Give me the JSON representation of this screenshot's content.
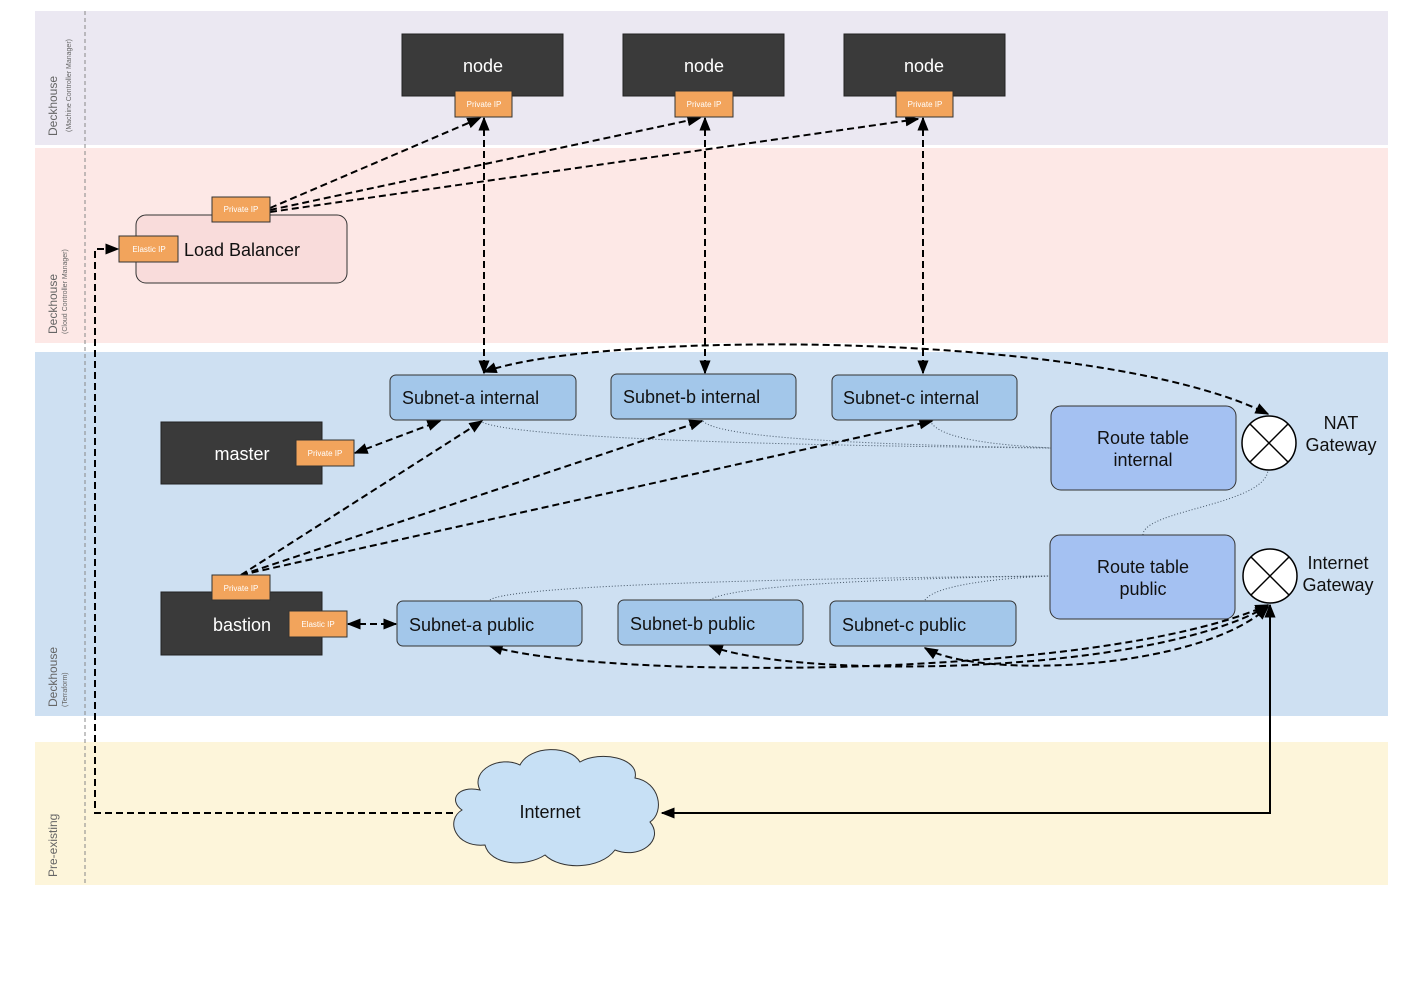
{
  "lanes": {
    "mcm": {
      "title": "Deckhouse",
      "subtitle": "(Machine Controller Manager)"
    },
    "ccm": {
      "title": "Deckhouse",
      "subtitle": "(Cloud Controller Manager)"
    },
    "tf": {
      "title": "Deckhouse",
      "subtitle": "(Terraform)"
    },
    "pre": {
      "title": "Pre-existing"
    }
  },
  "nodes": [
    {
      "label": "node",
      "ip": "Private IP"
    },
    {
      "label": "node",
      "ip": "Private IP"
    },
    {
      "label": "node",
      "ip": "Private IP"
    }
  ],
  "load_balancer": {
    "label": "Load Balancer",
    "private_ip": "Private IP",
    "elastic_ip": "Elastic IP"
  },
  "master": {
    "label": "master",
    "ip": "Private IP"
  },
  "bastion": {
    "label": "bastion",
    "private_ip": "Private IP",
    "elastic_ip": "Elastic IP"
  },
  "subnets_internal": [
    "Subnet-a internal",
    "Subnet-b internal",
    "Subnet-c internal"
  ],
  "subnets_public": [
    "Subnet-a public",
    "Subnet-b public",
    "Subnet-c public"
  ],
  "route_tables": {
    "internal": {
      "line1": "Route table",
      "line2": "internal"
    },
    "public": {
      "line1": "Route table",
      "line2": "public"
    }
  },
  "gateways": {
    "nat": {
      "line1": "NAT",
      "line2": "Gateway"
    },
    "internet": {
      "line1": "Internet",
      "line2": "Gateway"
    }
  },
  "internet": {
    "label": "Internet"
  },
  "colors": {
    "lane_mcm": "#ebe8f2",
    "lane_ccm": "#fde8e6",
    "lane_tf": "#cee0f2",
    "lane_pre": "#fdf5da",
    "node_fill": "#3a3a3a",
    "tag_fill": "#f2a45c",
    "subnet_fill": "#a3c7ea",
    "route_table_fill": "#a4c1f2",
    "cloud_fill": "#c7e0f5",
    "lb_fill": "#f9dcdb"
  }
}
